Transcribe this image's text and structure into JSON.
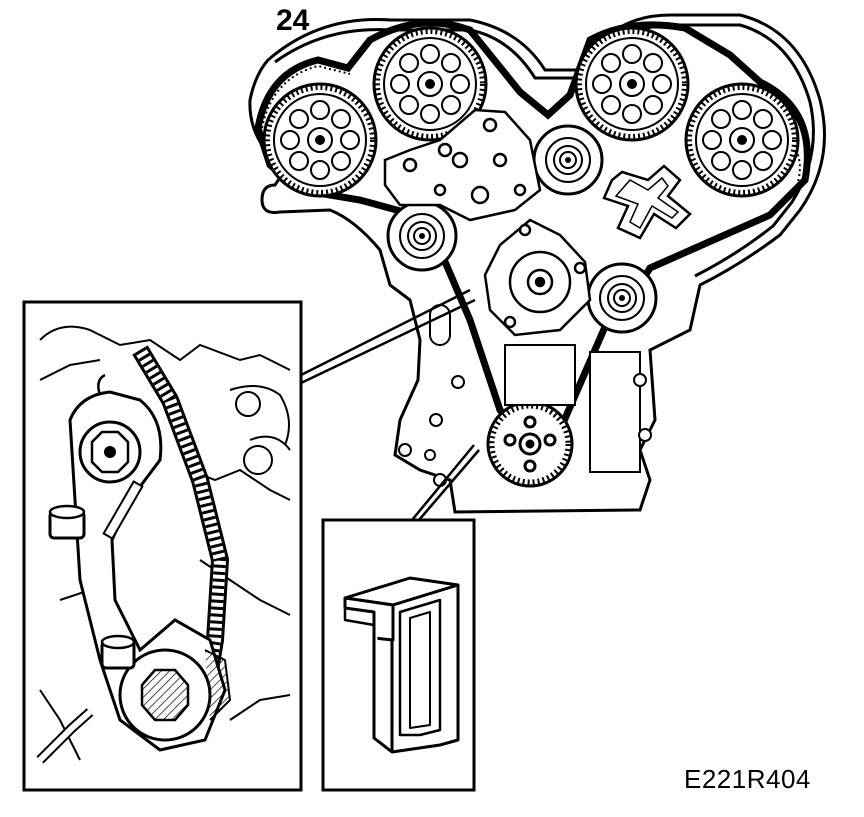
{
  "step_number": "24",
  "figure_code": "E221R404",
  "illustration": {
    "subject": "timing-belt-drive",
    "detail_insets": [
      "tensioner-detail",
      "locking-tool-detail"
    ]
  },
  "colors": {
    "line": "#000000",
    "background": "#ffffff"
  }
}
